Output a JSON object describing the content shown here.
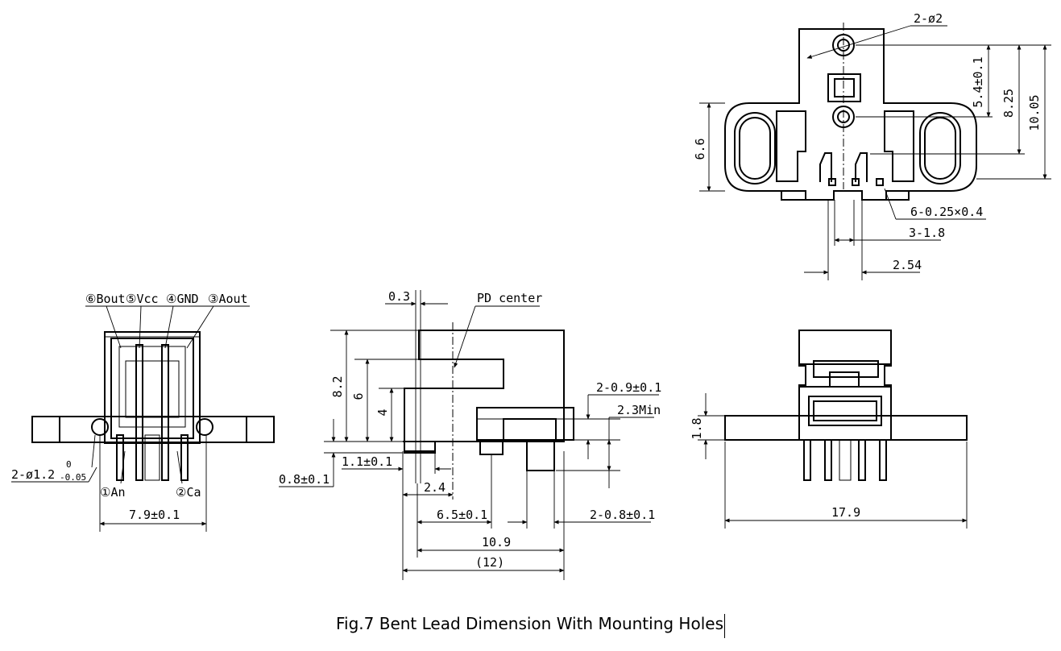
{
  "caption": "Fig.7 Bent Lead Dimension With Mounting Holes",
  "top_view": {
    "hole_callout": "2-ø2",
    "dim_5_4": "5.4±0.1",
    "dim_8_25": "8.25",
    "dim_10_05": "10.05",
    "dim_6_6": "6.6",
    "dim_lead_section": "6-0.25×0.4",
    "dim_3_1_8": "3-1.8",
    "dim_2_54": "2.54"
  },
  "left_view": {
    "pin6": "⑥Bout",
    "pin5": "⑤Vcc",
    "pin4": "④GND",
    "pin3": "③Aout",
    "pin1": "①An",
    "pin2": "②Ca",
    "hole_dia_main": "2-ø1.2",
    "hole_dia_upper": "0",
    "hole_dia_lower": "-0.05",
    "width": "7.9±0.1"
  },
  "side_view": {
    "dim_0_3": "0.3",
    "pd_center": "PD center",
    "dim_8_2": "8.2",
    "dim_6": "6",
    "dim_4": "4",
    "dim_0_8": "0.8±0.1",
    "dim_1_1": "1.1±0.1",
    "dim_2_4": "2.4",
    "dim_6_5": "6.5±0.1",
    "dim_10_9": "10.9",
    "dim_12": "(12)",
    "dim_0_9": "2-0.9±0.1",
    "dim_2_3": "2.3Min",
    "dim_0_8b": "2-0.8±0.1"
  },
  "front_view": {
    "dim_1_8": "1.8",
    "dim_17_9": "17.9"
  }
}
